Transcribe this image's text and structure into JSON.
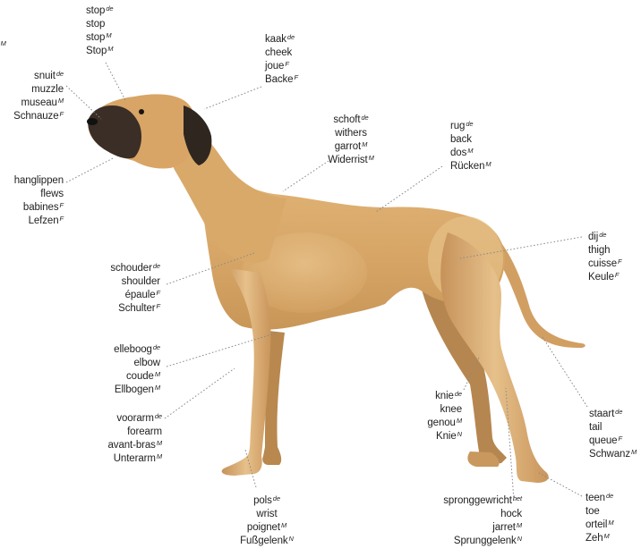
{
  "terms": [
    {
      "id": "stop",
      "lines": [
        {
          "t": "stop",
          "s": "de"
        },
        {
          "t": "stop",
          "s": ""
        },
        {
          "t": "stop",
          "s": "M"
        },
        {
          "t": "Stop",
          "s": "M"
        }
      ]
    },
    {
      "id": "cheek",
      "lines": [
        {
          "t": "kaak",
          "s": "de"
        },
        {
          "t": "cheek",
          "s": ""
        },
        {
          "t": "joue",
          "s": "F"
        },
        {
          "t": "Backe",
          "s": "F"
        }
      ]
    },
    {
      "id": "muzzle",
      "lines": [
        {
          "t": "snuit",
          "s": "de"
        },
        {
          "t": "muzzle",
          "s": ""
        },
        {
          "t": "museau",
          "s": "M"
        },
        {
          "t": "Schnauze",
          "s": "F"
        }
      ]
    },
    {
      "id": "withers",
      "lines": [
        {
          "t": "schoft",
          "s": "de"
        },
        {
          "t": "withers",
          "s": ""
        },
        {
          "t": "garrot",
          "s": "M"
        },
        {
          "t": "Widerrist",
          "s": "M"
        }
      ]
    },
    {
      "id": "back",
      "lines": [
        {
          "t": "rug",
          "s": "de"
        },
        {
          "t": "back",
          "s": ""
        },
        {
          "t": "dos",
          "s": "M"
        },
        {
          "t": "Rücken",
          "s": "M"
        }
      ]
    },
    {
      "id": "flews",
      "lines": [
        {
          "t": "hanglippen",
          "s": ""
        },
        {
          "t": "flews",
          "s": ""
        },
        {
          "t": "babines",
          "s": "F"
        },
        {
          "t": "Lefzen",
          "s": "F"
        }
      ]
    },
    {
      "id": "thigh",
      "lines": [
        {
          "t": "dij",
          "s": "de"
        },
        {
          "t": "thigh",
          "s": ""
        },
        {
          "t": "cuisse",
          "s": "F"
        },
        {
          "t": "Keule",
          "s": "F"
        }
      ]
    },
    {
      "id": "shoulder",
      "lines": [
        {
          "t": "schouder",
          "s": "de"
        },
        {
          "t": "shoulder",
          "s": ""
        },
        {
          "t": "épaule",
          "s": "F"
        },
        {
          "t": "Schulter",
          "s": "F"
        }
      ]
    },
    {
      "id": "elbow",
      "lines": [
        {
          "t": "elleboog",
          "s": "de"
        },
        {
          "t": "elbow",
          "s": ""
        },
        {
          "t": "coude",
          "s": "M"
        },
        {
          "t": "Ellbogen",
          "s": "M"
        }
      ]
    },
    {
      "id": "knee",
      "lines": [
        {
          "t": "knie",
          "s": "de"
        },
        {
          "t": "knee",
          "s": ""
        },
        {
          "t": "genou",
          "s": "M"
        },
        {
          "t": "Knie",
          "s": "N"
        }
      ]
    },
    {
      "id": "tail",
      "lines": [
        {
          "t": "staart",
          "s": "de"
        },
        {
          "t": "tail",
          "s": ""
        },
        {
          "t": "queue",
          "s": "F"
        },
        {
          "t": "Schwanz",
          "s": "M"
        }
      ]
    },
    {
      "id": "forearm",
      "lines": [
        {
          "t": "voorarm",
          "s": "de"
        },
        {
          "t": "forearm",
          "s": ""
        },
        {
          "t": "avant-bras",
          "s": "M"
        },
        {
          "t": "Unterarm",
          "s": "M"
        }
      ]
    },
    {
      "id": "hock",
      "lines": [
        {
          "t": "spronggewricht",
          "s": "het"
        },
        {
          "t": "hock",
          "s": ""
        },
        {
          "t": "jarret",
          "s": "M"
        },
        {
          "t": "Sprunggelenk",
          "s": "N"
        }
      ]
    },
    {
      "id": "wrist",
      "lines": [
        {
          "t": "pols",
          "s": "de"
        },
        {
          "t": "wrist",
          "s": ""
        },
        {
          "t": "poignet",
          "s": "M"
        },
        {
          "t": "Fußgelenk",
          "s": "N"
        }
      ]
    },
    {
      "id": "toe",
      "lines": [
        {
          "t": "teen",
          "s": "de"
        },
        {
          "t": "toe",
          "s": ""
        },
        {
          "t": "orteil",
          "s": "M"
        },
        {
          "t": "Zeh",
          "s": "M"
        }
      ]
    }
  ],
  "edge_fragment": "M",
  "colors": {
    "coat": "#d9ab6e",
    "coat_light": "#ecc991",
    "coat_shadow": "#b98a52",
    "mask": "#2e2520",
    "leader": "#8a8a8a"
  }
}
